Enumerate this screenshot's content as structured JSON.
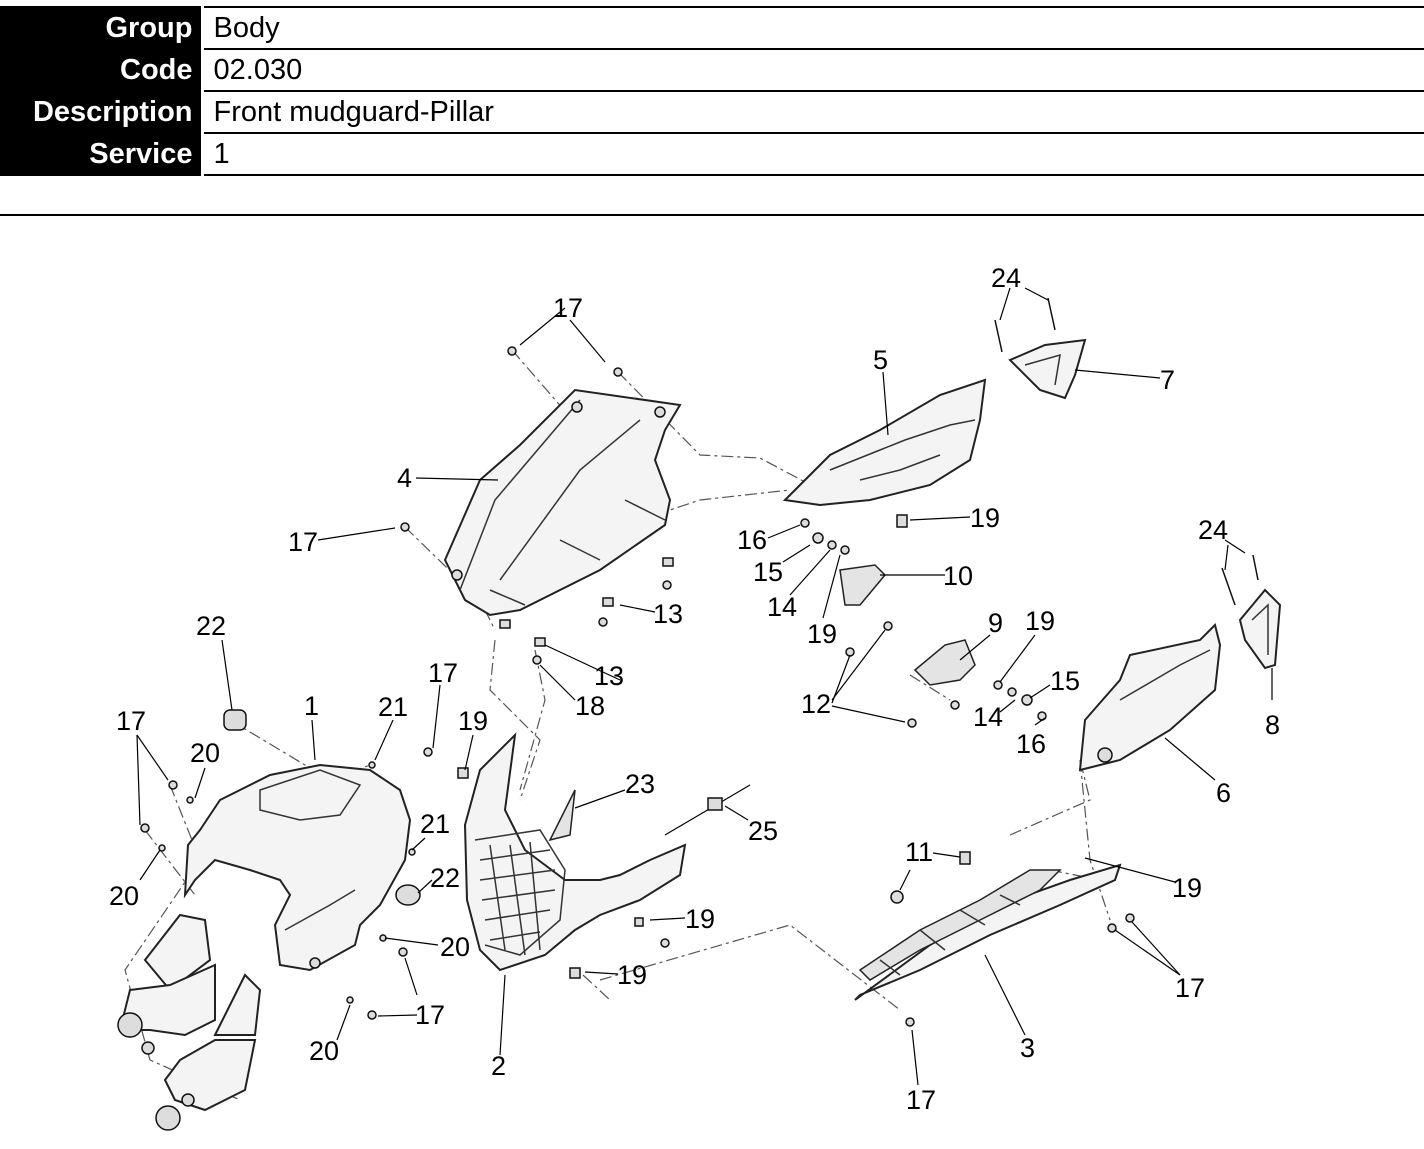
{
  "header": {
    "rows": [
      {
        "label": "Group",
        "value": "Body"
      },
      {
        "label": "Code",
        "value": "02.030"
      },
      {
        "label": "Description",
        "value": "Front mudguard-Pillar"
      },
      {
        "label": "Service",
        "value": "1"
      }
    ]
  },
  "diagram": {
    "callouts": [
      {
        "id": "c-17a",
        "text": "17"
      },
      {
        "id": "c-24a",
        "text": "24"
      },
      {
        "id": "c-5",
        "text": "5"
      },
      {
        "id": "c-7",
        "text": "7"
      },
      {
        "id": "c-4",
        "text": "4"
      },
      {
        "id": "c-19a",
        "text": "19"
      },
      {
        "id": "c-17b",
        "text": "17"
      },
      {
        "id": "c-16a",
        "text": "16"
      },
      {
        "id": "c-15a",
        "text": "15"
      },
      {
        "id": "c-10",
        "text": "10"
      },
      {
        "id": "c-24b",
        "text": "24"
      },
      {
        "id": "c-14a",
        "text": "14"
      },
      {
        "id": "c-13a",
        "text": "13"
      },
      {
        "id": "c-19b",
        "text": "19"
      },
      {
        "id": "c-22a",
        "text": "22"
      },
      {
        "id": "c-9",
        "text": "9"
      },
      {
        "id": "c-19c",
        "text": "19"
      },
      {
        "id": "c-17c",
        "text": "17"
      },
      {
        "id": "c-13b",
        "text": "13"
      },
      {
        "id": "c-15b",
        "text": "15"
      },
      {
        "id": "c-12",
        "text": "12"
      },
      {
        "id": "c-1",
        "text": "1"
      },
      {
        "id": "c-21a",
        "text": "21"
      },
      {
        "id": "c-18",
        "text": "18"
      },
      {
        "id": "c-8",
        "text": "8"
      },
      {
        "id": "c-17d",
        "text": "17"
      },
      {
        "id": "c-19d",
        "text": "19"
      },
      {
        "id": "c-14b",
        "text": "14"
      },
      {
        "id": "c-16b",
        "text": "16"
      },
      {
        "id": "c-20a",
        "text": "20"
      },
      {
        "id": "c-23",
        "text": "23"
      },
      {
        "id": "c-6",
        "text": "6"
      },
      {
        "id": "c-25",
        "text": "25"
      },
      {
        "id": "c-21b",
        "text": "21"
      },
      {
        "id": "c-11",
        "text": "11"
      },
      {
        "id": "c-22b",
        "text": "22"
      },
      {
        "id": "c-19e",
        "text": "19"
      },
      {
        "id": "c-20b",
        "text": "20"
      },
      {
        "id": "c-19f",
        "text": "19"
      },
      {
        "id": "c-20c",
        "text": "20"
      },
      {
        "id": "c-19g",
        "text": "19"
      },
      {
        "id": "c-17e",
        "text": "17"
      },
      {
        "id": "c-17f",
        "text": "17"
      },
      {
        "id": "c-20d",
        "text": "20"
      },
      {
        "id": "c-3",
        "text": "3"
      },
      {
        "id": "c-2",
        "text": "2"
      },
      {
        "id": "c-17g",
        "text": "17"
      }
    ]
  }
}
